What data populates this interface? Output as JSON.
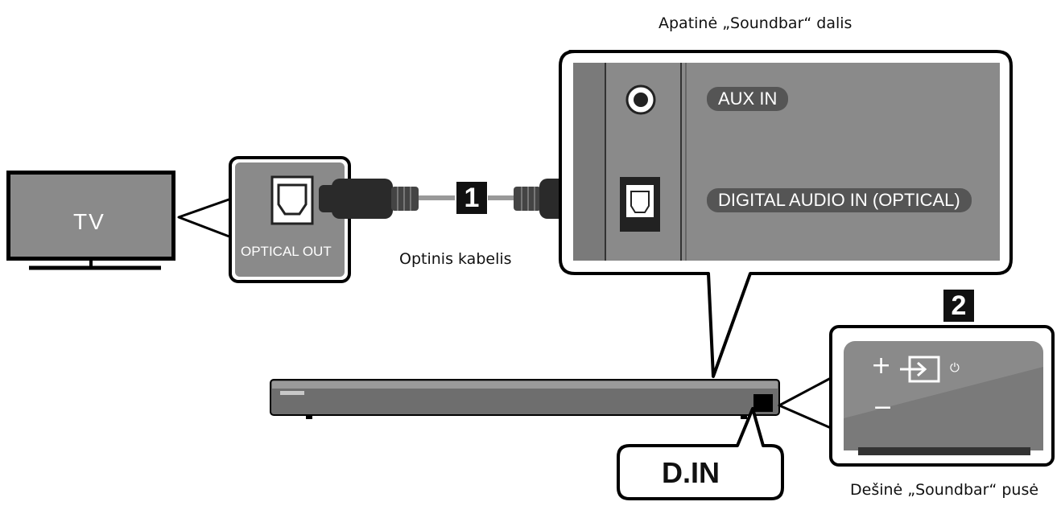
{
  "labels": {
    "soundbar_bottom": "Apatinė „Soundbar“ dalis",
    "tv": "TV",
    "optical_out": "OPTICAL OUT",
    "cable": "Optinis kabelis",
    "aux_in": "AUX IN",
    "digital_audio_in": "DIGITAL AUDIO IN (OPTICAL)",
    "d_in": "D.IN",
    "soundbar_right": "Dešinė „Soundbar“ pusė"
  },
  "steps": [
    "1",
    "2"
  ],
  "panel_symbols": {
    "plus": "+",
    "minus": "−",
    "power": "⏻"
  },
  "colors": {
    "panel_gray": "#8a8a8a",
    "pill_gray": "#555555",
    "cable": "#2a2a2a"
  }
}
